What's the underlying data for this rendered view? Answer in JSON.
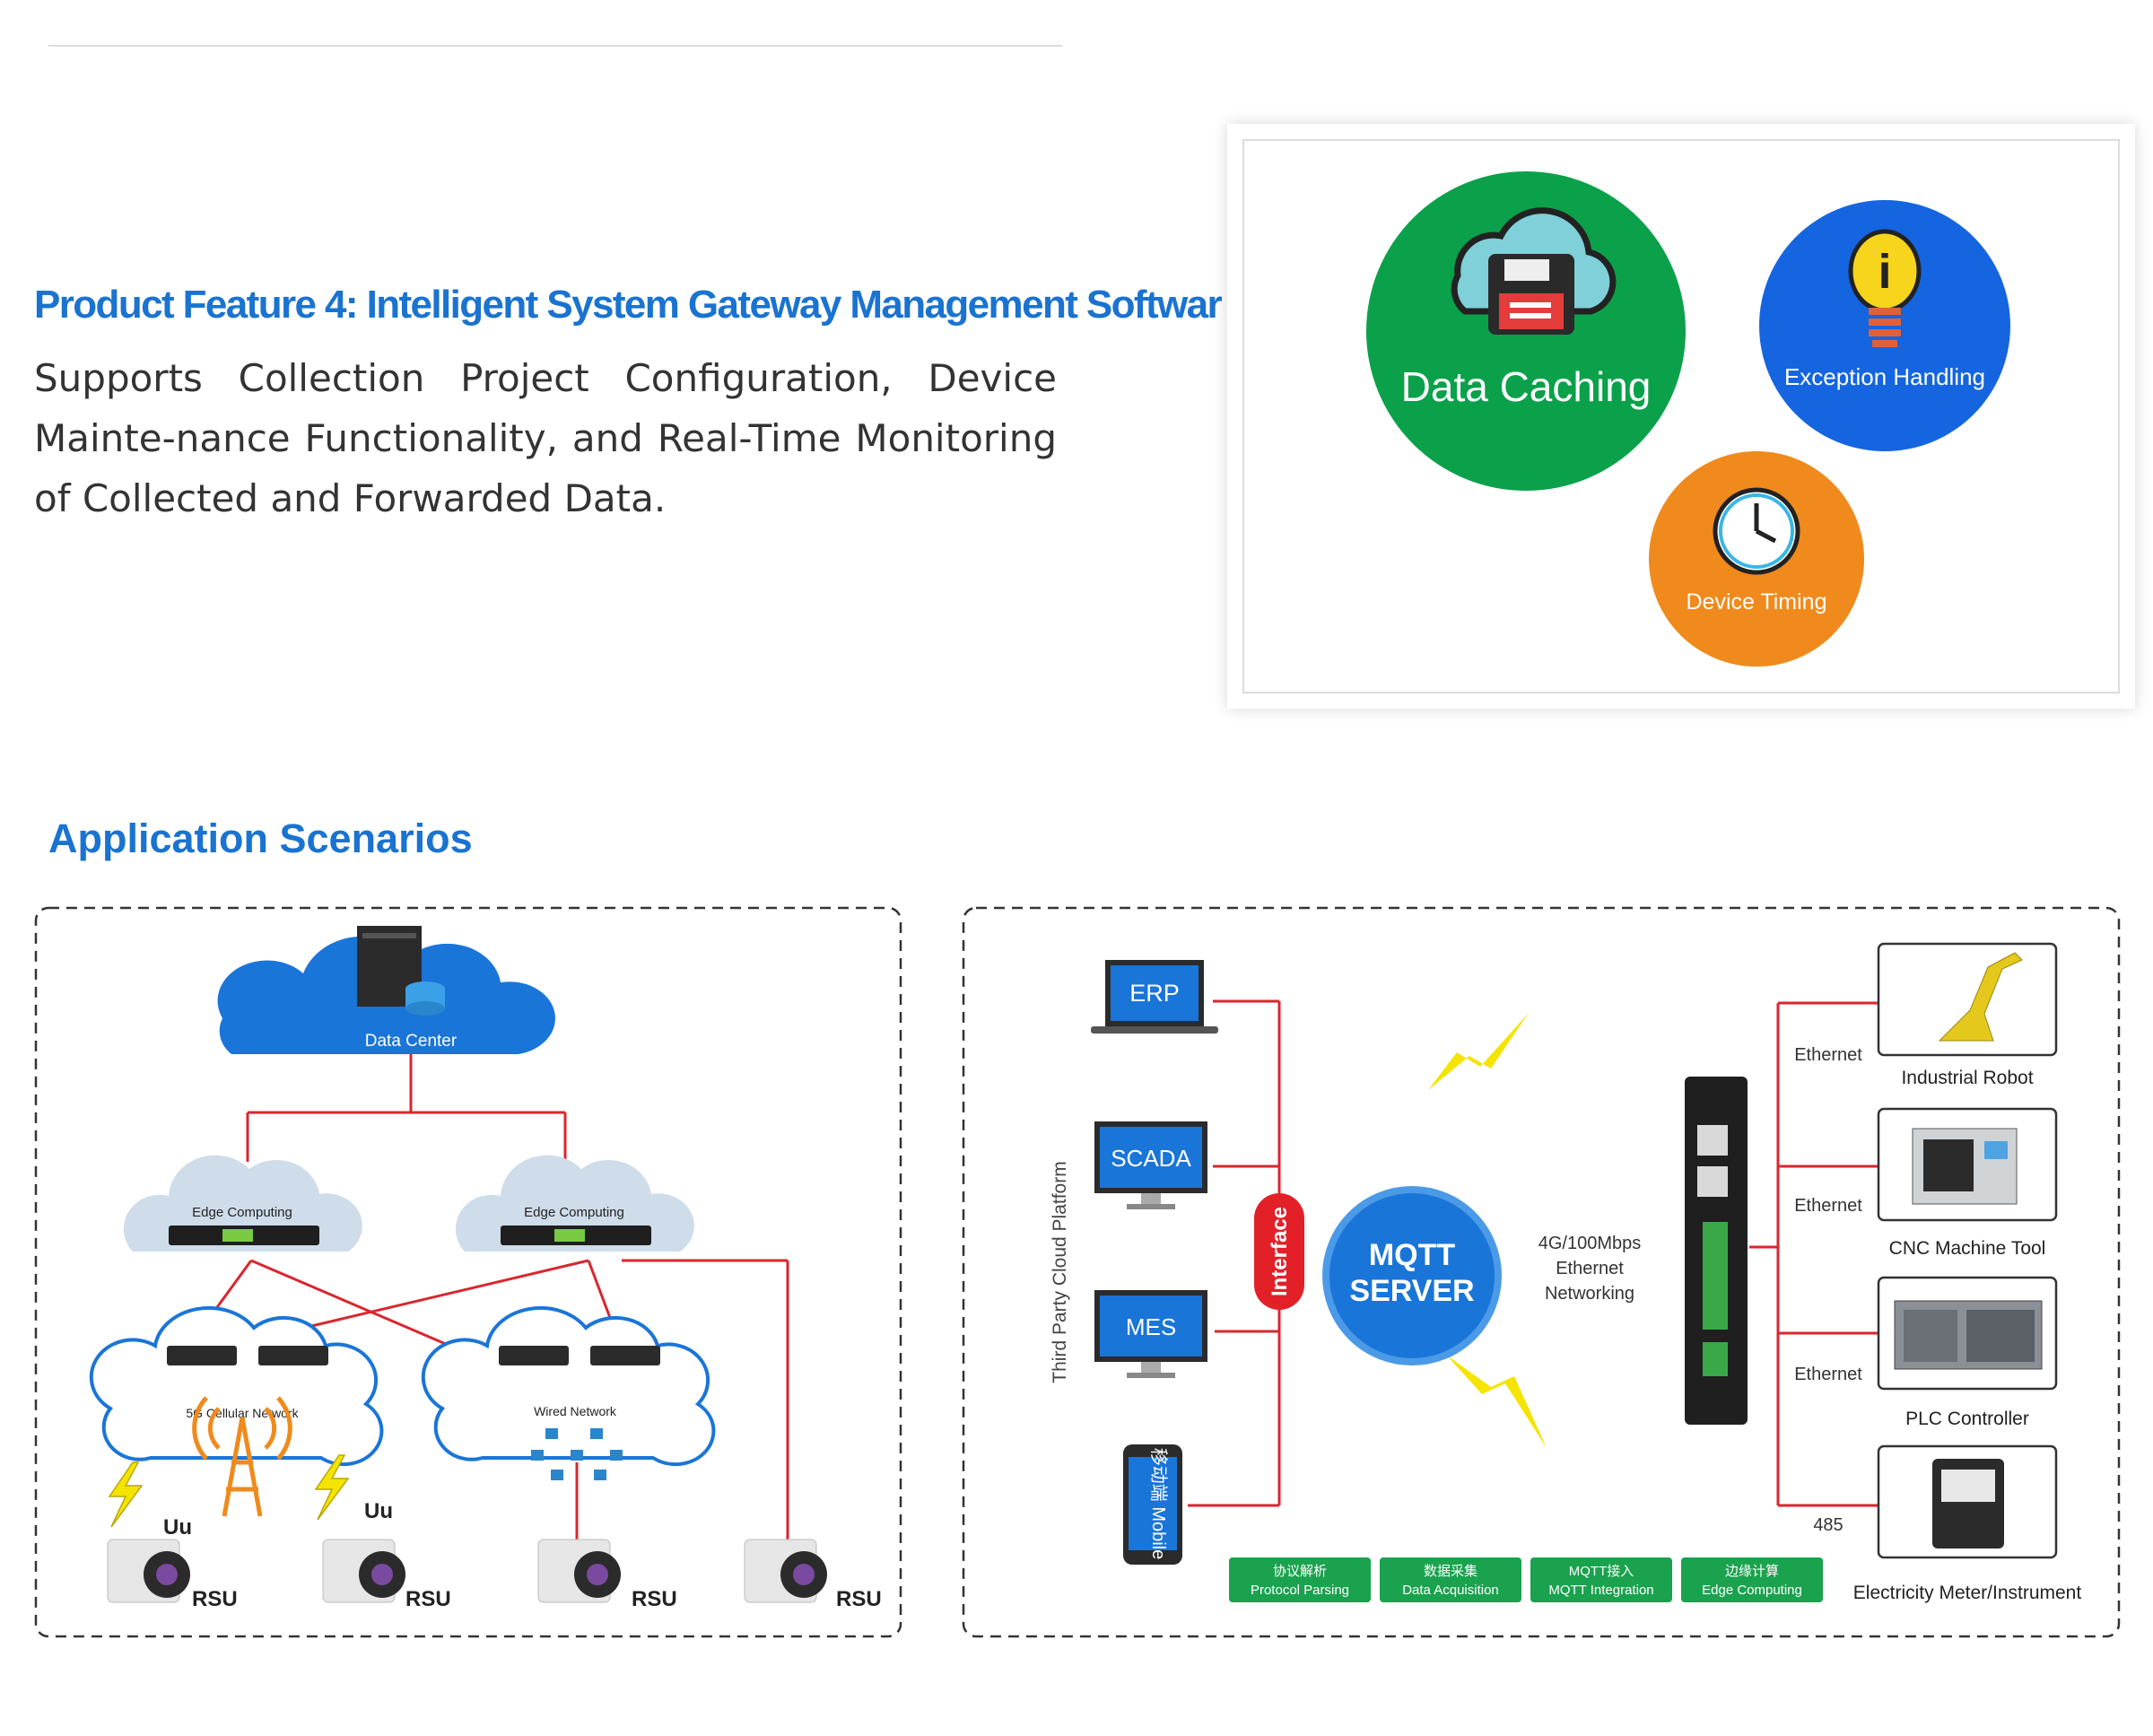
{
  "feature": {
    "title": "Product Feature 4: Intelligent System Gateway Management Softwar",
    "description": "Supports Collection Project Configuration, Device Mainte-nance Functionality, and Real-Time Monitoring of Collected and Forwarded Data.",
    "circles": {
      "caching": "Data Caching",
      "exception": "Exception Handling",
      "timing": "Device Timing"
    },
    "colors": {
      "green": "#0aa14a",
      "blue": "#1565e0",
      "orange": "#f08a1c",
      "accent": "#1a73d0"
    }
  },
  "scenarios": {
    "title": "Application Scenarios",
    "left": {
      "data_center": "Data Center",
      "edge_1": "Edge Computing",
      "edge_2": "Edge Computing",
      "net_5g": "5G Cellular Network",
      "net_wired": "Wired Network",
      "uu": "Uu",
      "rsu": "RSU"
    },
    "right": {
      "apps": [
        "ERP",
        "SCADA",
        "MES"
      ],
      "mobile": "移动端 Mobile",
      "platform": "Third Party Cloud Platform",
      "interface": "Interface",
      "mqtt_1": "MQTT",
      "mqtt_2": "SERVER",
      "network": [
        "4G/100Mbps",
        "Ethernet",
        "Networking"
      ],
      "ethernet": "Ethernet",
      "rs485": "485",
      "devices": [
        "Industrial Robot",
        "CNC Machine Tool",
        "PLC Controller",
        "Electricity Meter/Instrument"
      ],
      "features": [
        {
          "zh": "协议解析",
          "en": "Protocol Parsing"
        },
        {
          "zh": "数据采集",
          "en": "Data Acquisition"
        },
        {
          "zh": "MQTT接入",
          "en": "MQTT Integration"
        },
        {
          "zh": "边缘计算",
          "en": "Edge Computing"
        }
      ]
    }
  }
}
